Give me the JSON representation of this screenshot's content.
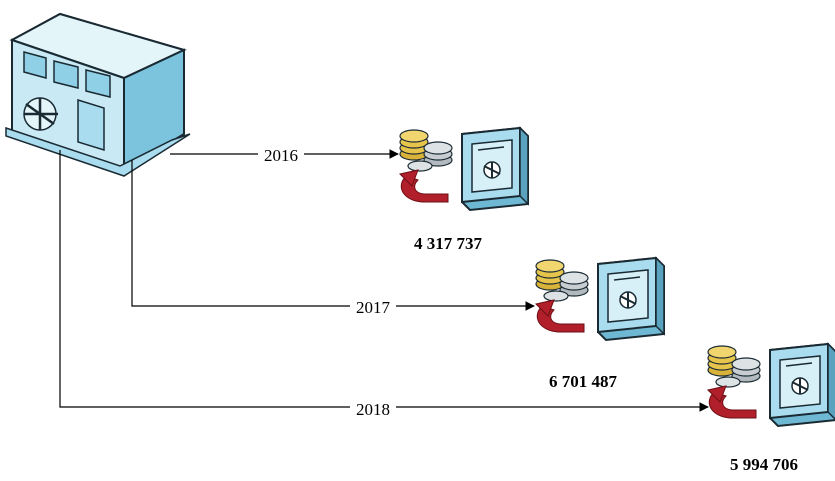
{
  "diagram": {
    "source": {
      "icon": "bank-building-icon"
    },
    "flows": [
      {
        "year": "2016",
        "amount": "4 317 737",
        "icon": "coins-and-safe-icon"
      },
      {
        "year": "2017",
        "amount": "6 701 487",
        "icon": "coins-and-safe-icon"
      },
      {
        "year": "2018",
        "amount": "5 994 706",
        "icon": "coins-and-safe-icon"
      }
    ],
    "colors": {
      "building_front": "#c9eaf4",
      "building_side": "#8fd0e6",
      "building_top": "#e4f5fa",
      "safe_front": "#a9dcee",
      "safe_side": "#6fb8d3",
      "coin_gold": "#e6c34a",
      "coin_silver": "#c7cdd1",
      "arrow_red": "#b11f2a",
      "outline": "#1a2a33",
      "line": "#000000"
    }
  }
}
